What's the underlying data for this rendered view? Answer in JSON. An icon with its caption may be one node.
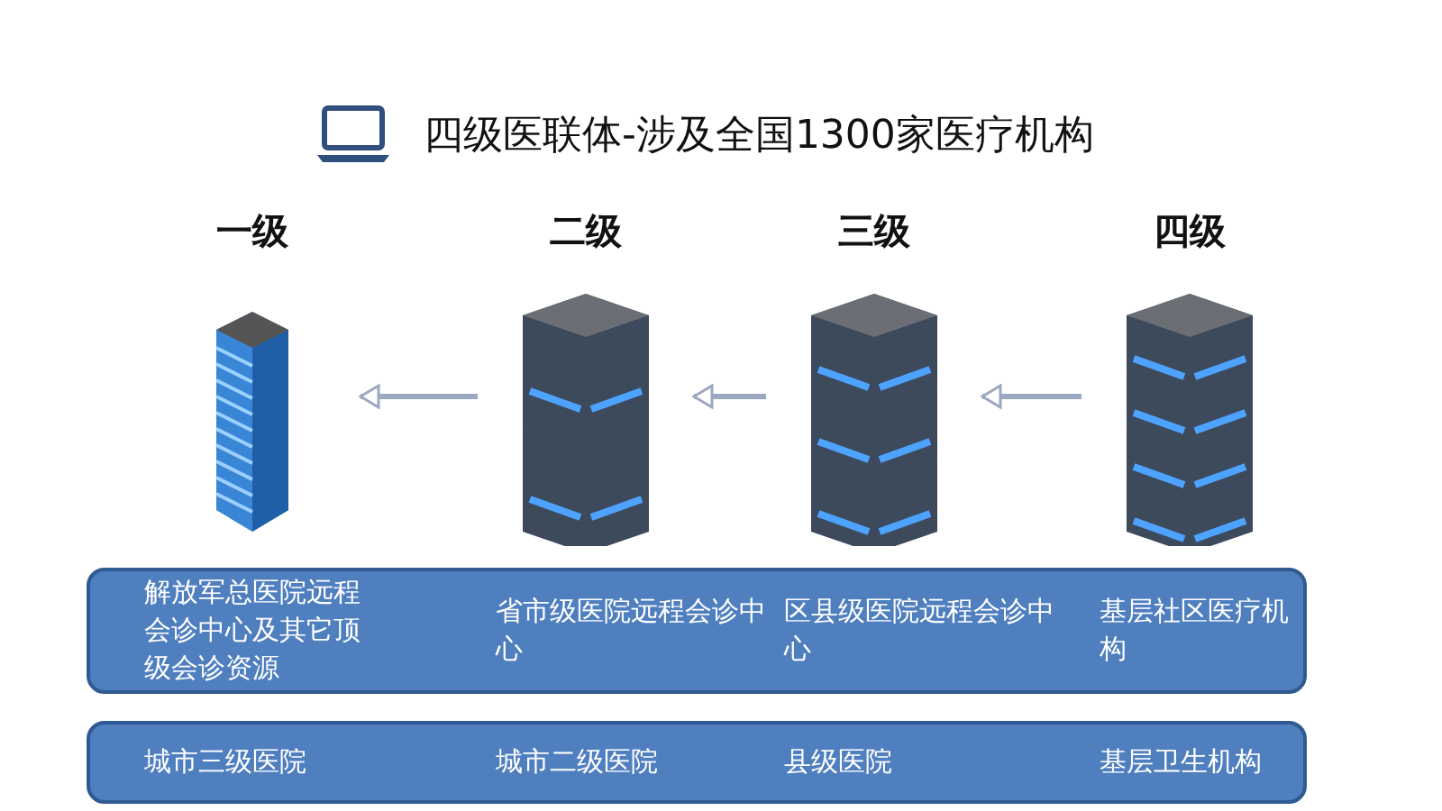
{
  "diagram": {
    "title": "四级医联体-涉及全国1300家医疗机构",
    "nodes": [
      {
        "text": [
          "一级"
        ]
      },
      {
        "text": [
          "二级"
        ]
      },
      {
        "text": [
          "三级"
        ]
      },
      {
        "text": [
          "四级"
        ]
      },
      {
        "text": [
          "解放军总医院远程会诊中心及其它顶级会诊资源",
          "省市级医院远程会诊中心",
          "区县级医院远程会诊中心",
          "基层社区医疗机构"
        ]
      },
      {
        "text": [
          "城市三级医院",
          "城市二级医院",
          "县级医院",
          "基层卫生机构"
        ]
      }
    ],
    "edges": [
      {
        "from": 3,
        "to": 2,
        "arrow": "to"
      },
      {
        "from": 2,
        "to": 1,
        "arrow": "to"
      },
      {
        "from": 1,
        "to": 0,
        "arrow": "to"
      }
    ]
  }
}
